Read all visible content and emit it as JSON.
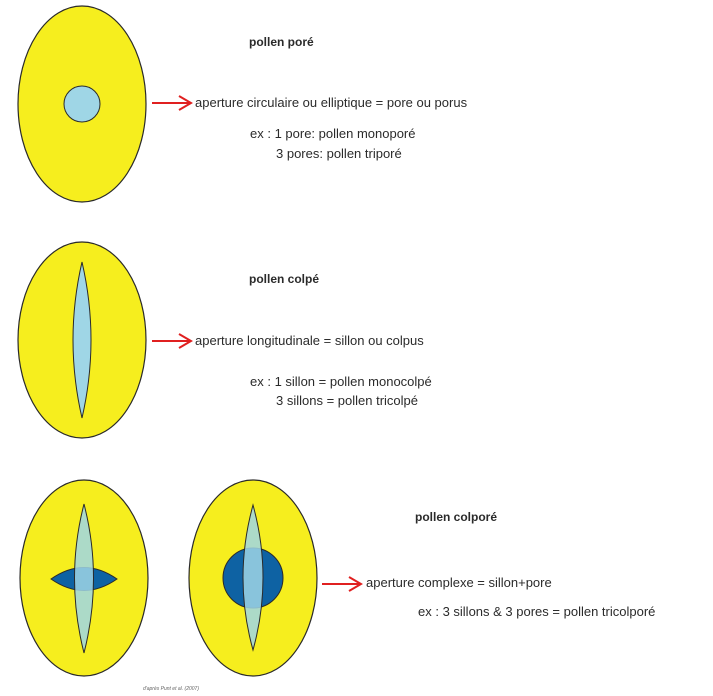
{
  "colors": {
    "grain": "#f6ee1e",
    "outline": "#2a2a2a",
    "aperture_light": "#9fd6e6",
    "aperture_dark": "#0e62a3",
    "arrow": "#e02020"
  },
  "sections": {
    "pore": {
      "title": "pollen poré",
      "description": "aperture circulaire ou elliptique = pore ou porus",
      "example_1": "ex : 1 pore: pollen monoporé",
      "example_2": "3 pores: pollen triporé"
    },
    "colpe": {
      "title": "pollen colpé",
      "description": "aperture longitudinale = sillon ou colpus",
      "example_1": "ex : 1 sillon = pollen monocolpé",
      "example_2": "3 sillons = pollen tricolpé"
    },
    "colpore": {
      "title": "pollen colporé",
      "description": "aperture complexe = sillon+pore",
      "example_1": "ex : 3 sillons & 3 pores = pollen tricolporé"
    }
  },
  "credit": "d'après Punt et al. (2007)"
}
